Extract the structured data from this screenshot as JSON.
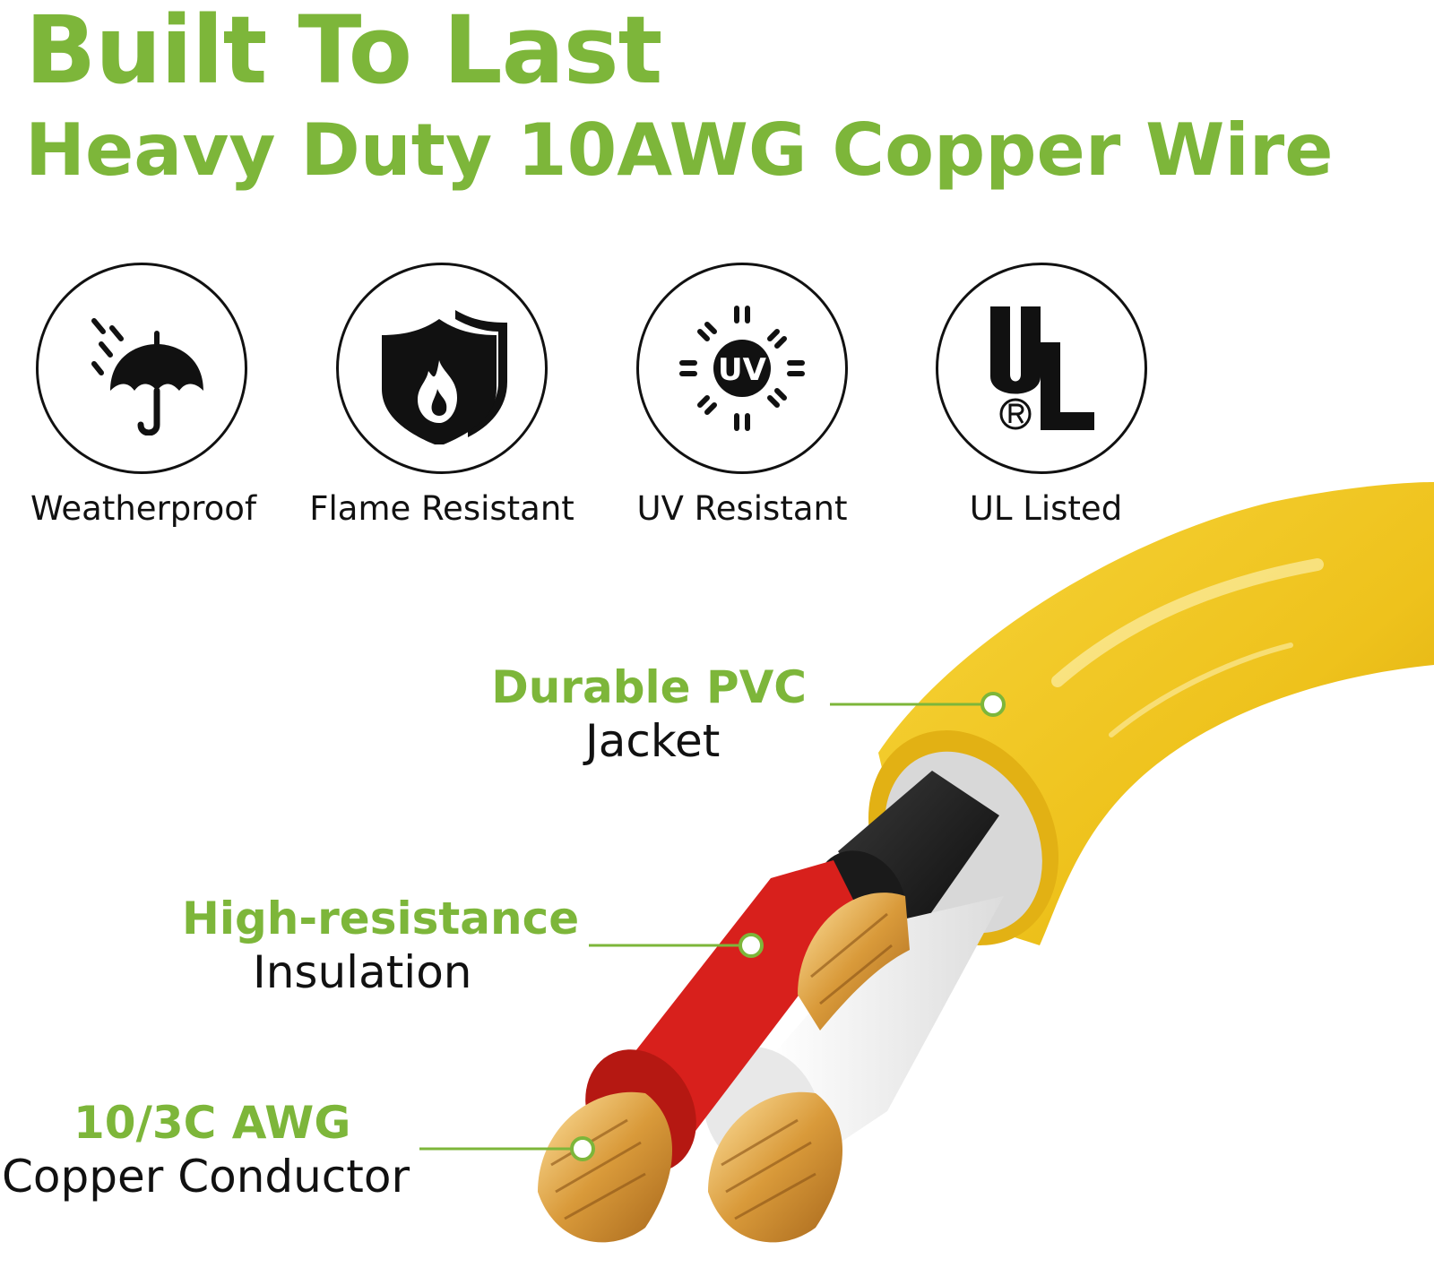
{
  "colors": {
    "accent": "#7db63a",
    "text": "#111111",
    "jacket": "#f2c51f"
  },
  "header": {
    "title": "Built To Last",
    "subtitle": "Heavy Duty 10AWG Copper Wire"
  },
  "features": [
    {
      "icon": "umbrella-rain-icon",
      "label": "Weatherproof"
    },
    {
      "icon": "flame-shield-icon",
      "label": "Flame Resistant"
    },
    {
      "icon": "uv-sun-icon",
      "label": "UV Resistant",
      "badge": "UV"
    },
    {
      "icon": "ul-logo-icon",
      "label": "UL Listed"
    }
  ],
  "callouts": {
    "jacket": {
      "title": "Durable PVC",
      "sub": "Jacket"
    },
    "insulation": {
      "title": "High-resistance",
      "sub": "Insulation"
    },
    "conductor": {
      "title": "10/3C AWG",
      "sub": "Copper Conductor"
    }
  }
}
